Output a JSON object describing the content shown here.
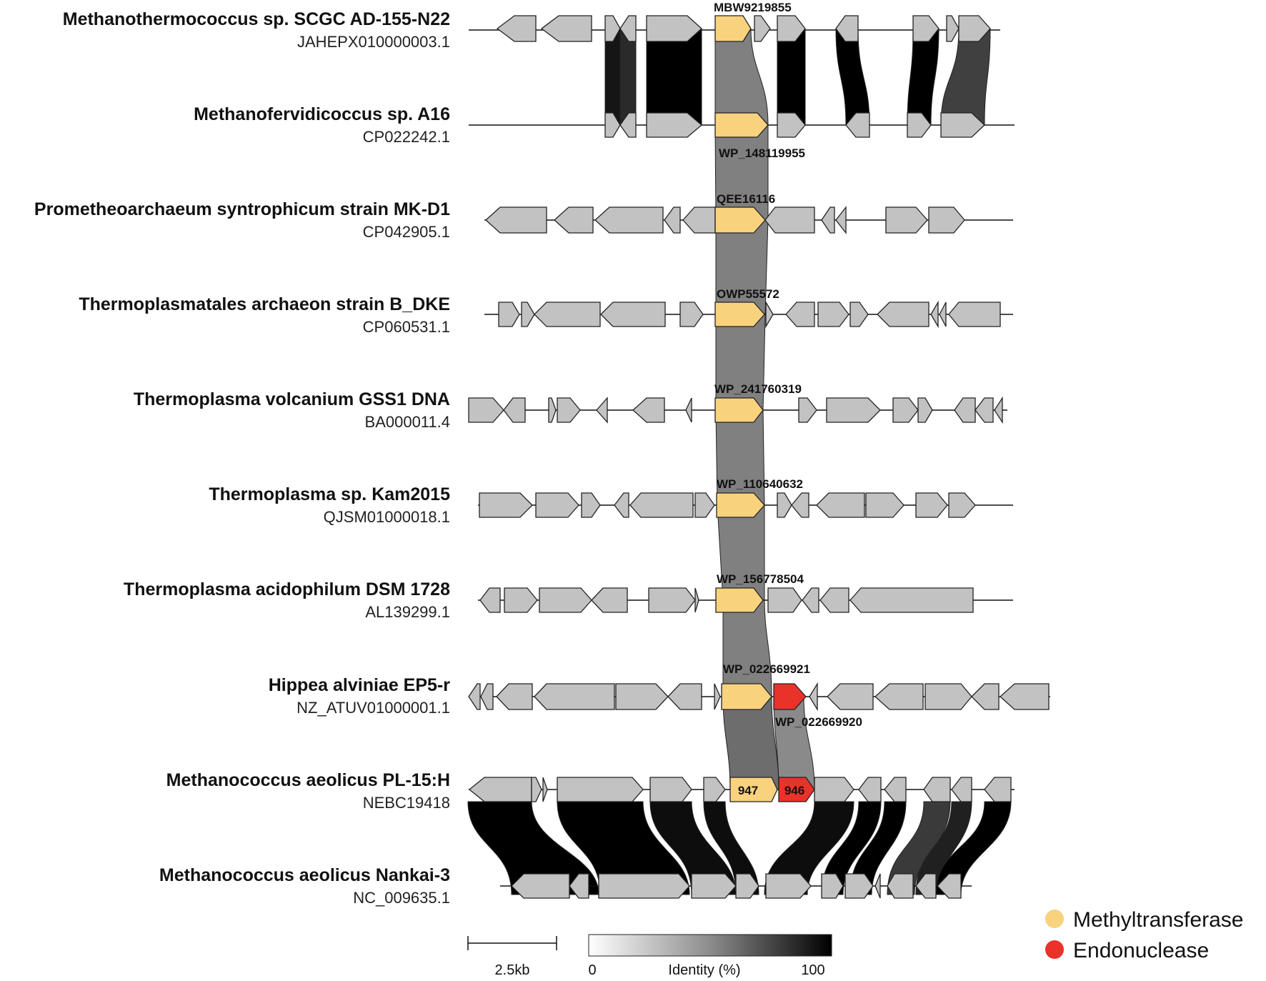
{
  "tracks": [
    {
      "organism": "Methanothermococcus sp. SCGC AD-155-N22",
      "accession": "JAHEPX010000003.1"
    },
    {
      "organism": "Methanofervidicoccus sp. A16",
      "accession": "CP022242.1"
    },
    {
      "organism": "Prometheoarchaeum syntrophicum strain MK-D1",
      "accession": "CP042905.1"
    },
    {
      "organism": "Thermoplasmatales archaeon strain B_DKE",
      "accession": "CP060531.1"
    },
    {
      "organism": "Thermoplasma volcanium GSS1 DNA",
      "accession": "BA000011.4"
    },
    {
      "organism": "Thermoplasma sp. Kam2015",
      "accession": "QJSM01000018.1"
    },
    {
      "organism": "Thermoplasma acidophilum DSM 1728",
      "accession": "AL139299.1"
    },
    {
      "organism": "Hippea alviniae EP5-r",
      "accession": "NZ_ATUV01000001.1"
    },
    {
      "organism": "Methanococcus aeolicus PL-15:H",
      "accession": "NEBC19418"
    },
    {
      "organism": "Methanococcus aeolicus Nankai-3",
      "accession": "NC_009635.1"
    }
  ],
  "gene_labels": [
    "MBW9219855",
    "WP_148119955",
    "QEE16116",
    "OWP55572",
    "WP_241760319",
    "WP_110640632",
    "WP_156778504",
    "WP_022669921",
    "WP_022669920",
    "947",
    "946"
  ],
  "scale": {
    "label": "2.5kb"
  },
  "identity_scale": {
    "title": "Identity (%)",
    "min": "0",
    "max": "100"
  },
  "legend": [
    {
      "label": "Methyltransferase",
      "color": "#f9d27e"
    },
    {
      "label": "Endonuclease",
      "color": "#e8322a"
    }
  ],
  "colors": {
    "gene": "#c2c2c2",
    "methyltransferase": "#f9d27e",
    "endonuclease": "#e8322a"
  }
}
